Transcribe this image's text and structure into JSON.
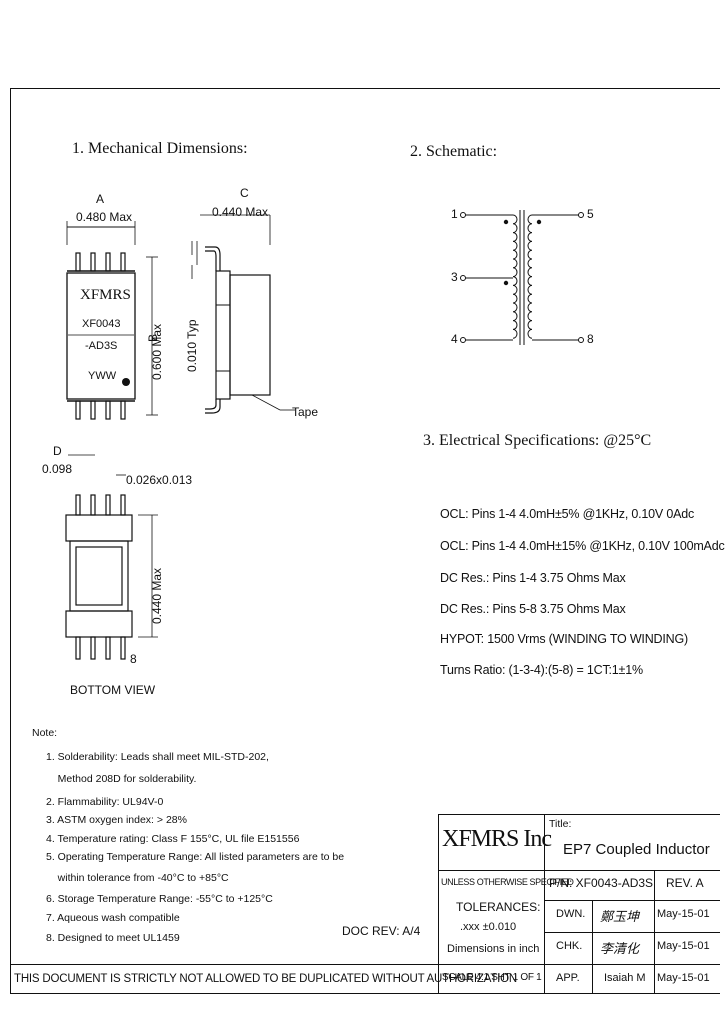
{
  "sections": {
    "mechanical": "1. Mechanical Dimensions:",
    "schematic": "2. Schematic:",
    "electrical": "3. Electrical   Specifications: @25°C"
  },
  "mechanical": {
    "dim_a_label": "A",
    "dim_a_value": "0.480 Max",
    "dim_b_label": "B",
    "dim_b_value": "0.600 Max",
    "dim_c_label": "C",
    "dim_c_value": "0.440 Max",
    "lead_typ": "0.010 Typ",
    "tape_label": "Tape",
    "part_brand": "XFMRS",
    "part_line1": "XF0043",
    "part_line2": "-AD3S",
    "part_date": "YWW",
    "dim_d_label": "D",
    "dim_d_value": "0.098",
    "lead_size": "0.026x0.013",
    "dim_e_value": "0.440 Max",
    "pin8_label": "8",
    "bottom_view": "BOTTOM VIEW"
  },
  "schematic": {
    "pin1": "1",
    "pin3": "3",
    "pin4": "4",
    "pin5": "5",
    "pin8": "8"
  },
  "electrical": [
    "OCL: Pins 1-4 4.0mH±5% @1KHz, 0.10V 0Adc",
    "OCL: Pins 1-4 4.0mH±15% @1KHz, 0.10V 100mAdc",
    "DC Res.: Pins 1-4 3.75 Ohms Max",
    "DC Res.: Pins 5-8 3.75 Ohms Max",
    "HYPOT: 1500 Vrms (WINDING TO WINDING)",
    "Turns Ratio: (1-3-4):(5-8) = 1CT:1±1%"
  ],
  "notes": {
    "title": "Note:",
    "items": [
      "1. Solderability: Leads shall meet MIL-STD-202,",
      "    Method 208D for solderability.",
      "2. Flammability: UL94V-0",
      "3. ASTM oxygen index: > 28%",
      "4. Temperature rating: Class F 155°C, UL file E151556",
      "5. Operating Temperature Range: All listed parameters are to be",
      "    within tolerance from -40°C to +85°C",
      "6. Storage Temperature Range: -55°C to +125°C",
      "7. Aqueous wash compatible",
      "8. Designed to meet UL1459"
    ]
  },
  "doc_rev": "DOC REV: A/4",
  "title_block": {
    "company": "XFMRS Inc",
    "title_label": "Title:",
    "title_value": "EP7 Coupled Inductor",
    "unless": "UNLESS OTHERWISE SPECIFIED",
    "tolerances": "TOLERANCES:",
    "tol_value": ".xxx ±0.010",
    "dims_in": "Dimensions in inch",
    "pn": "P/N: XF0043-AD3S",
    "rev": "REV. A",
    "dwn": "DWN.",
    "dwn_name": "鄭玉坤",
    "dwn_date": "May-15-01",
    "chk": "CHK.",
    "chk_name": "李清化",
    "chk_date": "May-15-01",
    "app": "APP.",
    "app_name": "Isaiah M",
    "app_date": "May-15-01",
    "scale": "SCALE 4:1 SHT 1 OF 1"
  },
  "footer_warning": "THIS DOCUMENT IS STRICTLY NOT ALLOWED TO BE DUPLICATED WITHOUT AUTHORIZATION"
}
